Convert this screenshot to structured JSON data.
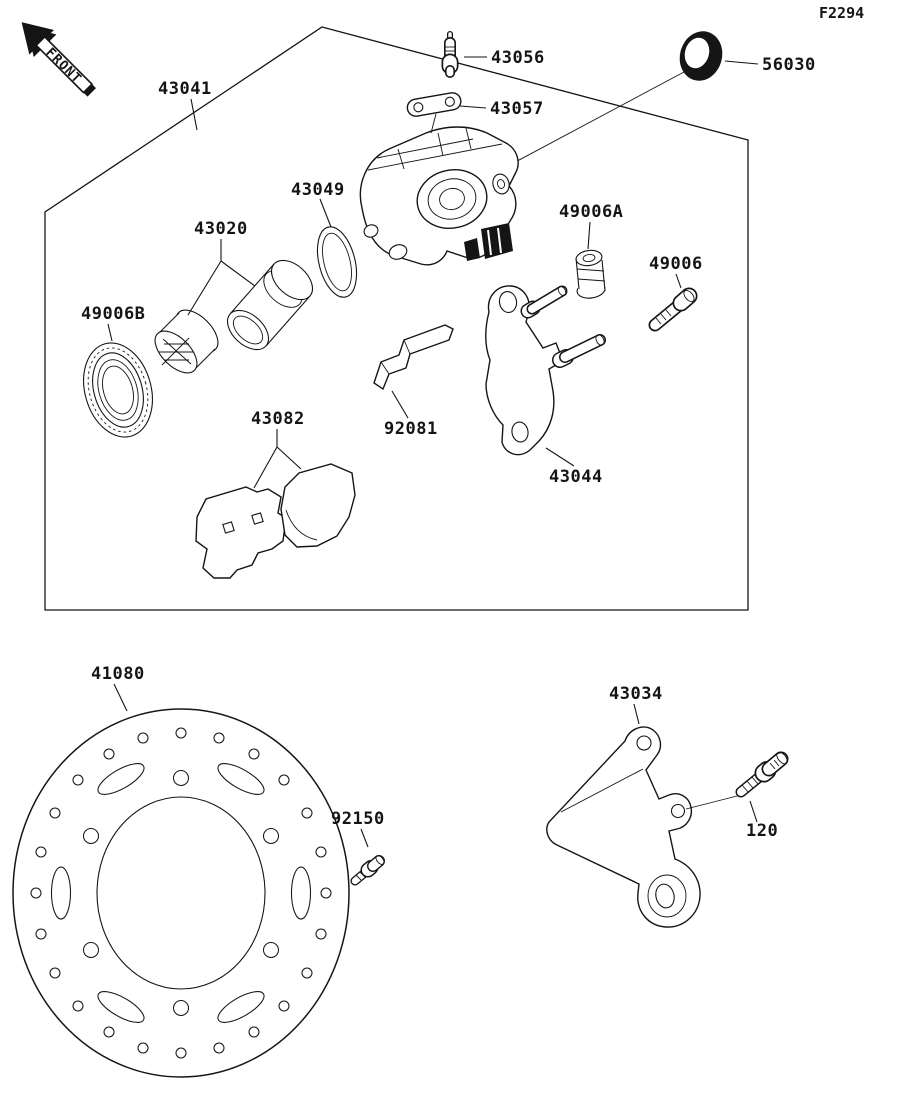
{
  "page": {
    "fiche_code": "F2294",
    "front_marker": "FRONT"
  },
  "labels": {
    "43041": "43041",
    "43056": "43056",
    "43057": "43057",
    "56030": "56030",
    "43049": "43049",
    "43020": "43020",
    "49006A": "49006A",
    "49006": "49006",
    "49006B": "49006B",
    "92081": "92081",
    "43044": "43044",
    "43082": "43082",
    "41080": "41080",
    "92150": "92150",
    "43034": "43034",
    "120": "120"
  }
}
